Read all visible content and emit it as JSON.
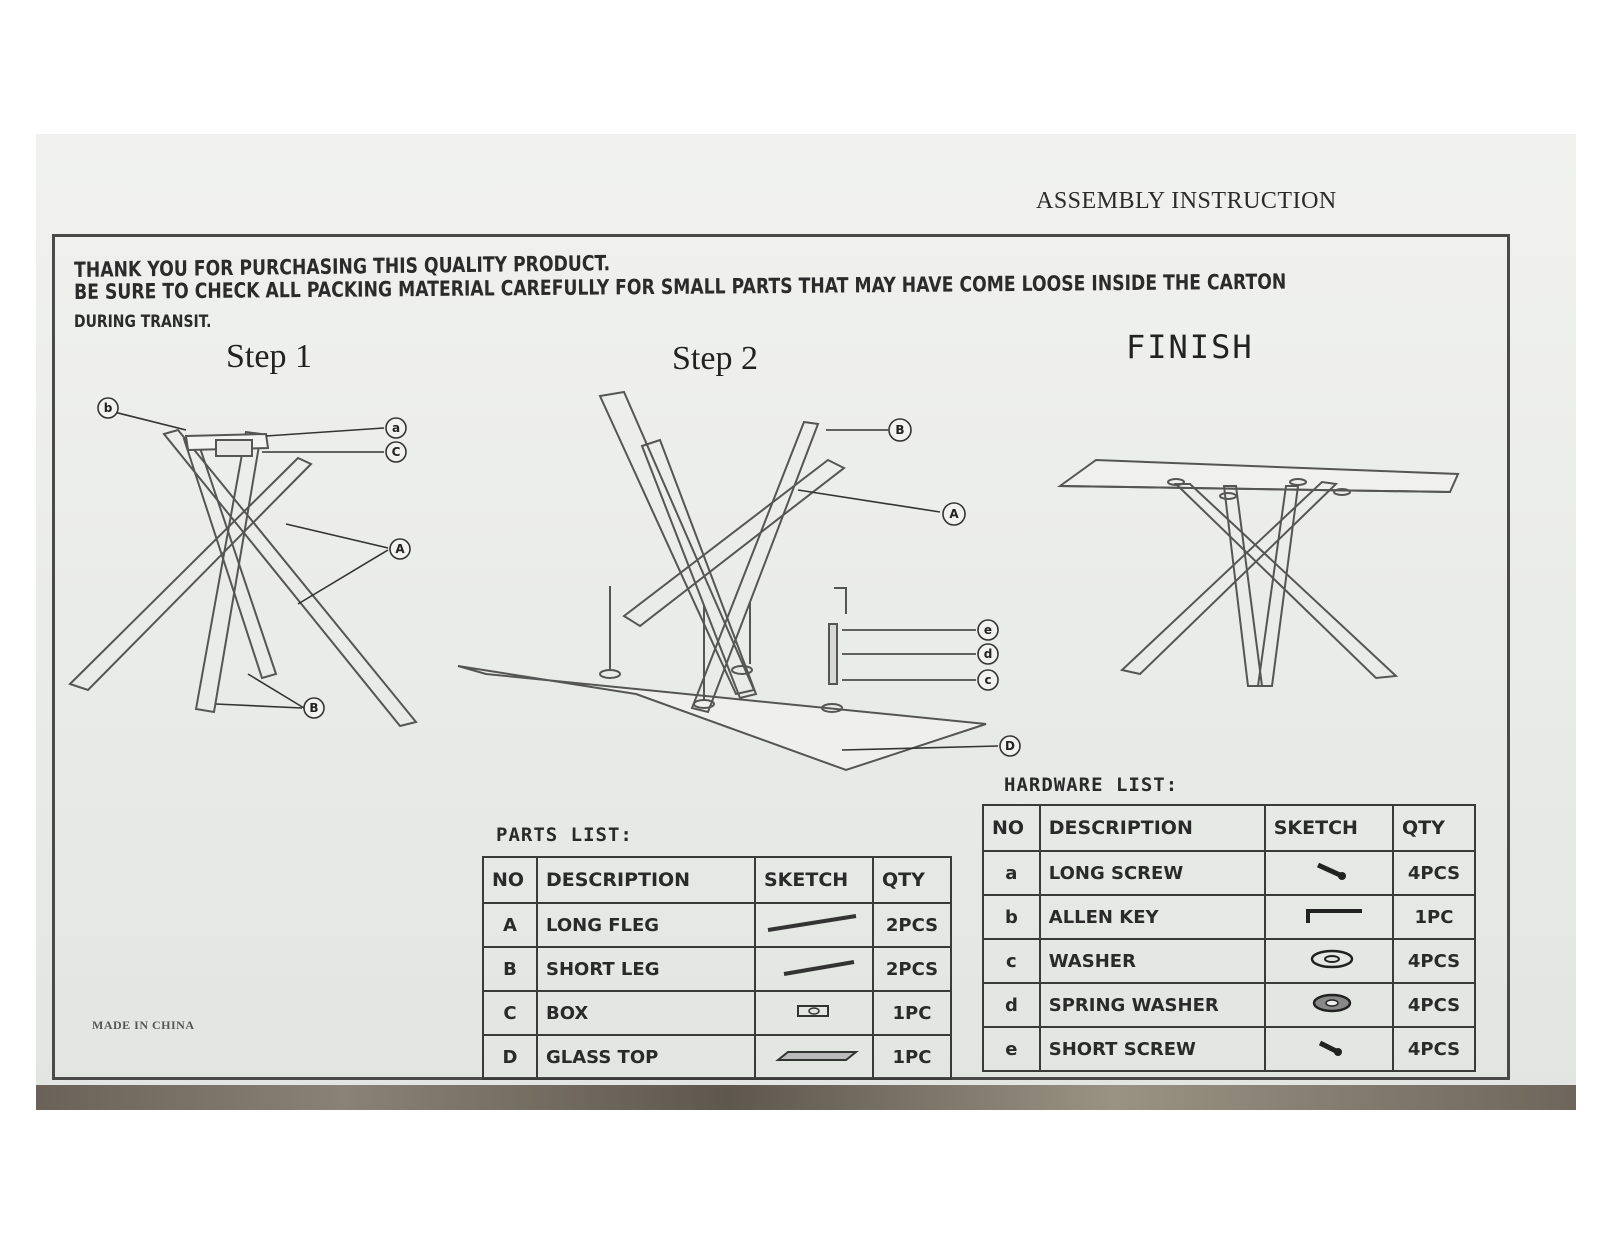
{
  "document": {
    "title": "ASSEMBLY INSTRUCTION",
    "intro_lines": [
      "THANK YOU FOR PURCHASING THIS QUALITY PRODUCT.",
      "BE SURE TO CHECK ALL PACKING MATERIAL CAREFULLY FOR SMALL PARTS THAT MAY HAVE COME LOOSE INSIDE THE CARTON",
      "DURING TRANSIT."
    ],
    "footer_note": "MADE IN CHINA"
  },
  "steps": [
    {
      "title": "Step 1",
      "callouts": [
        "b",
        "a",
        "C",
        "A",
        "B"
      ]
    },
    {
      "title": "Step 2",
      "callouts": [
        "B",
        "A",
        "e",
        "d",
        "c",
        "D"
      ]
    },
    {
      "title": "FINISH"
    }
  ],
  "parts_list": {
    "title": "PARTS LIST:",
    "headers": [
      "NO",
      "DESCRIPTION",
      "SKETCH",
      "QTY"
    ],
    "rows": [
      {
        "no": "A",
        "description": "LONG FLEG",
        "sketch_icon": "long-leg-sketch-icon",
        "qty": "2PCS"
      },
      {
        "no": "B",
        "description": "SHORT LEG",
        "sketch_icon": "short-leg-sketch-icon",
        "qty": "2PCS"
      },
      {
        "no": "C",
        "description": "BOX",
        "sketch_icon": "box-sketch-icon",
        "qty": "1PC"
      },
      {
        "no": "D",
        "description": "GLASS TOP",
        "sketch_icon": "glass-top-sketch-icon",
        "qty": "1PC"
      }
    ]
  },
  "hardware_list": {
    "title": "HARDWARE LIST:",
    "headers": [
      "NO",
      "DESCRIPTION",
      "SKETCH",
      "QTY"
    ],
    "rows": [
      {
        "no": "a",
        "description": "LONG SCREW",
        "sketch_icon": "long-screw-icon",
        "qty": "4PCS"
      },
      {
        "no": "b",
        "description": "ALLEN KEY",
        "sketch_icon": "allen-key-icon",
        "qty": "1PC"
      },
      {
        "no": "c",
        "description": "WASHER",
        "sketch_icon": "washer-icon",
        "qty": "4PCS"
      },
      {
        "no": "d",
        "description": "SPRING WASHER",
        "sketch_icon": "spring-washer-icon",
        "qty": "4PCS"
      },
      {
        "no": "e",
        "description": "SHORT SCREW",
        "sketch_icon": "short-screw-icon",
        "qty": "4PCS"
      }
    ]
  }
}
